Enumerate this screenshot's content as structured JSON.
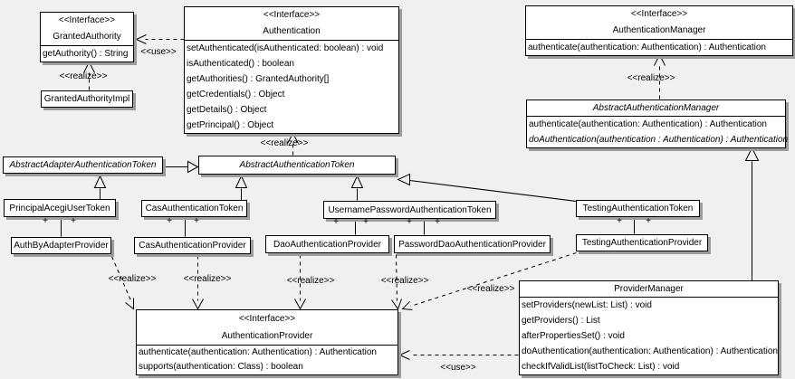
{
  "colors": {
    "background": "#f0f0f0",
    "box_fill": "#ffffff",
    "box_border": "#000000",
    "box_shadow": "#9c9c9c",
    "line": "#000000"
  },
  "edge_labels": {
    "use": "<<use>>",
    "realize": "<<realize>>",
    "plus": "+"
  },
  "classes": {
    "granted_authority": {
      "stereotype": "<<Interface>>",
      "name": "GrantedAuthority",
      "methods": [
        "getAuthority() : String"
      ]
    },
    "granted_authority_impl": {
      "name": "GrantedAuthorityImpl"
    },
    "authentication": {
      "stereotype": "<<Interface>>",
      "name": "Authentication",
      "methods": [
        "setAuthenticated(isAuthenticated: boolean) : void",
        "isAuthenticated() : boolean",
        "getAuthorities() : GrantedAuthority[]",
        "getCredentials() : Object",
        "getDetails() : Object",
        "getPrincipal() : Object"
      ]
    },
    "authentication_manager": {
      "stereotype": "<<Interface>>",
      "name": "AuthenticationManager",
      "methods": [
        "authenticate(authentication: Authentication) : Authentication"
      ]
    },
    "abstract_authentication_manager": {
      "name": "AbstractAuthenticationManager",
      "methods": [
        "authenticate(authentication: Authentication) : Authentication",
        "doAuthentication(authentication : Authentication) : Authentication"
      ]
    },
    "abstract_adapter_authentication_token": {
      "name": "AbstractAdapterAuthenticationToken"
    },
    "abstract_authentication_token": {
      "name": "AbstractAuthenticationToken"
    },
    "principal_acegi_user_token": {
      "name": "PrincipalAcegiUserToken"
    },
    "cas_authentication_token": {
      "name": "CasAuthenticationToken"
    },
    "username_password_authentication_token": {
      "name": "UsernamePasswordAuthenticationToken"
    },
    "testing_authentication_token": {
      "name": "TestingAuthenticationToken"
    },
    "auth_by_adapter_provider": {
      "name": "AuthByAdapterProvider"
    },
    "cas_authentication_provider": {
      "name": "CasAuthenticationProvider"
    },
    "dao_authentication_provider": {
      "name": "DaoAuthenticationProvider"
    },
    "password_dao_authentication_provider": {
      "name": "PasswordDaoAuthenticationProvider"
    },
    "testing_authentication_provider": {
      "name": "TestingAuthenticationProvider"
    },
    "authentication_provider": {
      "stereotype": "<<Interface>>",
      "name": "AuthenticationProvider",
      "methods": [
        "authenticate(authentication: Authentication) : Authentication",
        "supports(authentication: Class) : boolean"
      ]
    },
    "provider_manager": {
      "name": "ProviderManager",
      "methods": [
        "setProviders(newList: List) : void",
        "getProviders() : List",
        "afterPropertiesSet() : void",
        "doAuthentication(authentication: Authentication) : Authentication",
        "checkIfValidList(listToCheck: List) : void"
      ]
    }
  }
}
